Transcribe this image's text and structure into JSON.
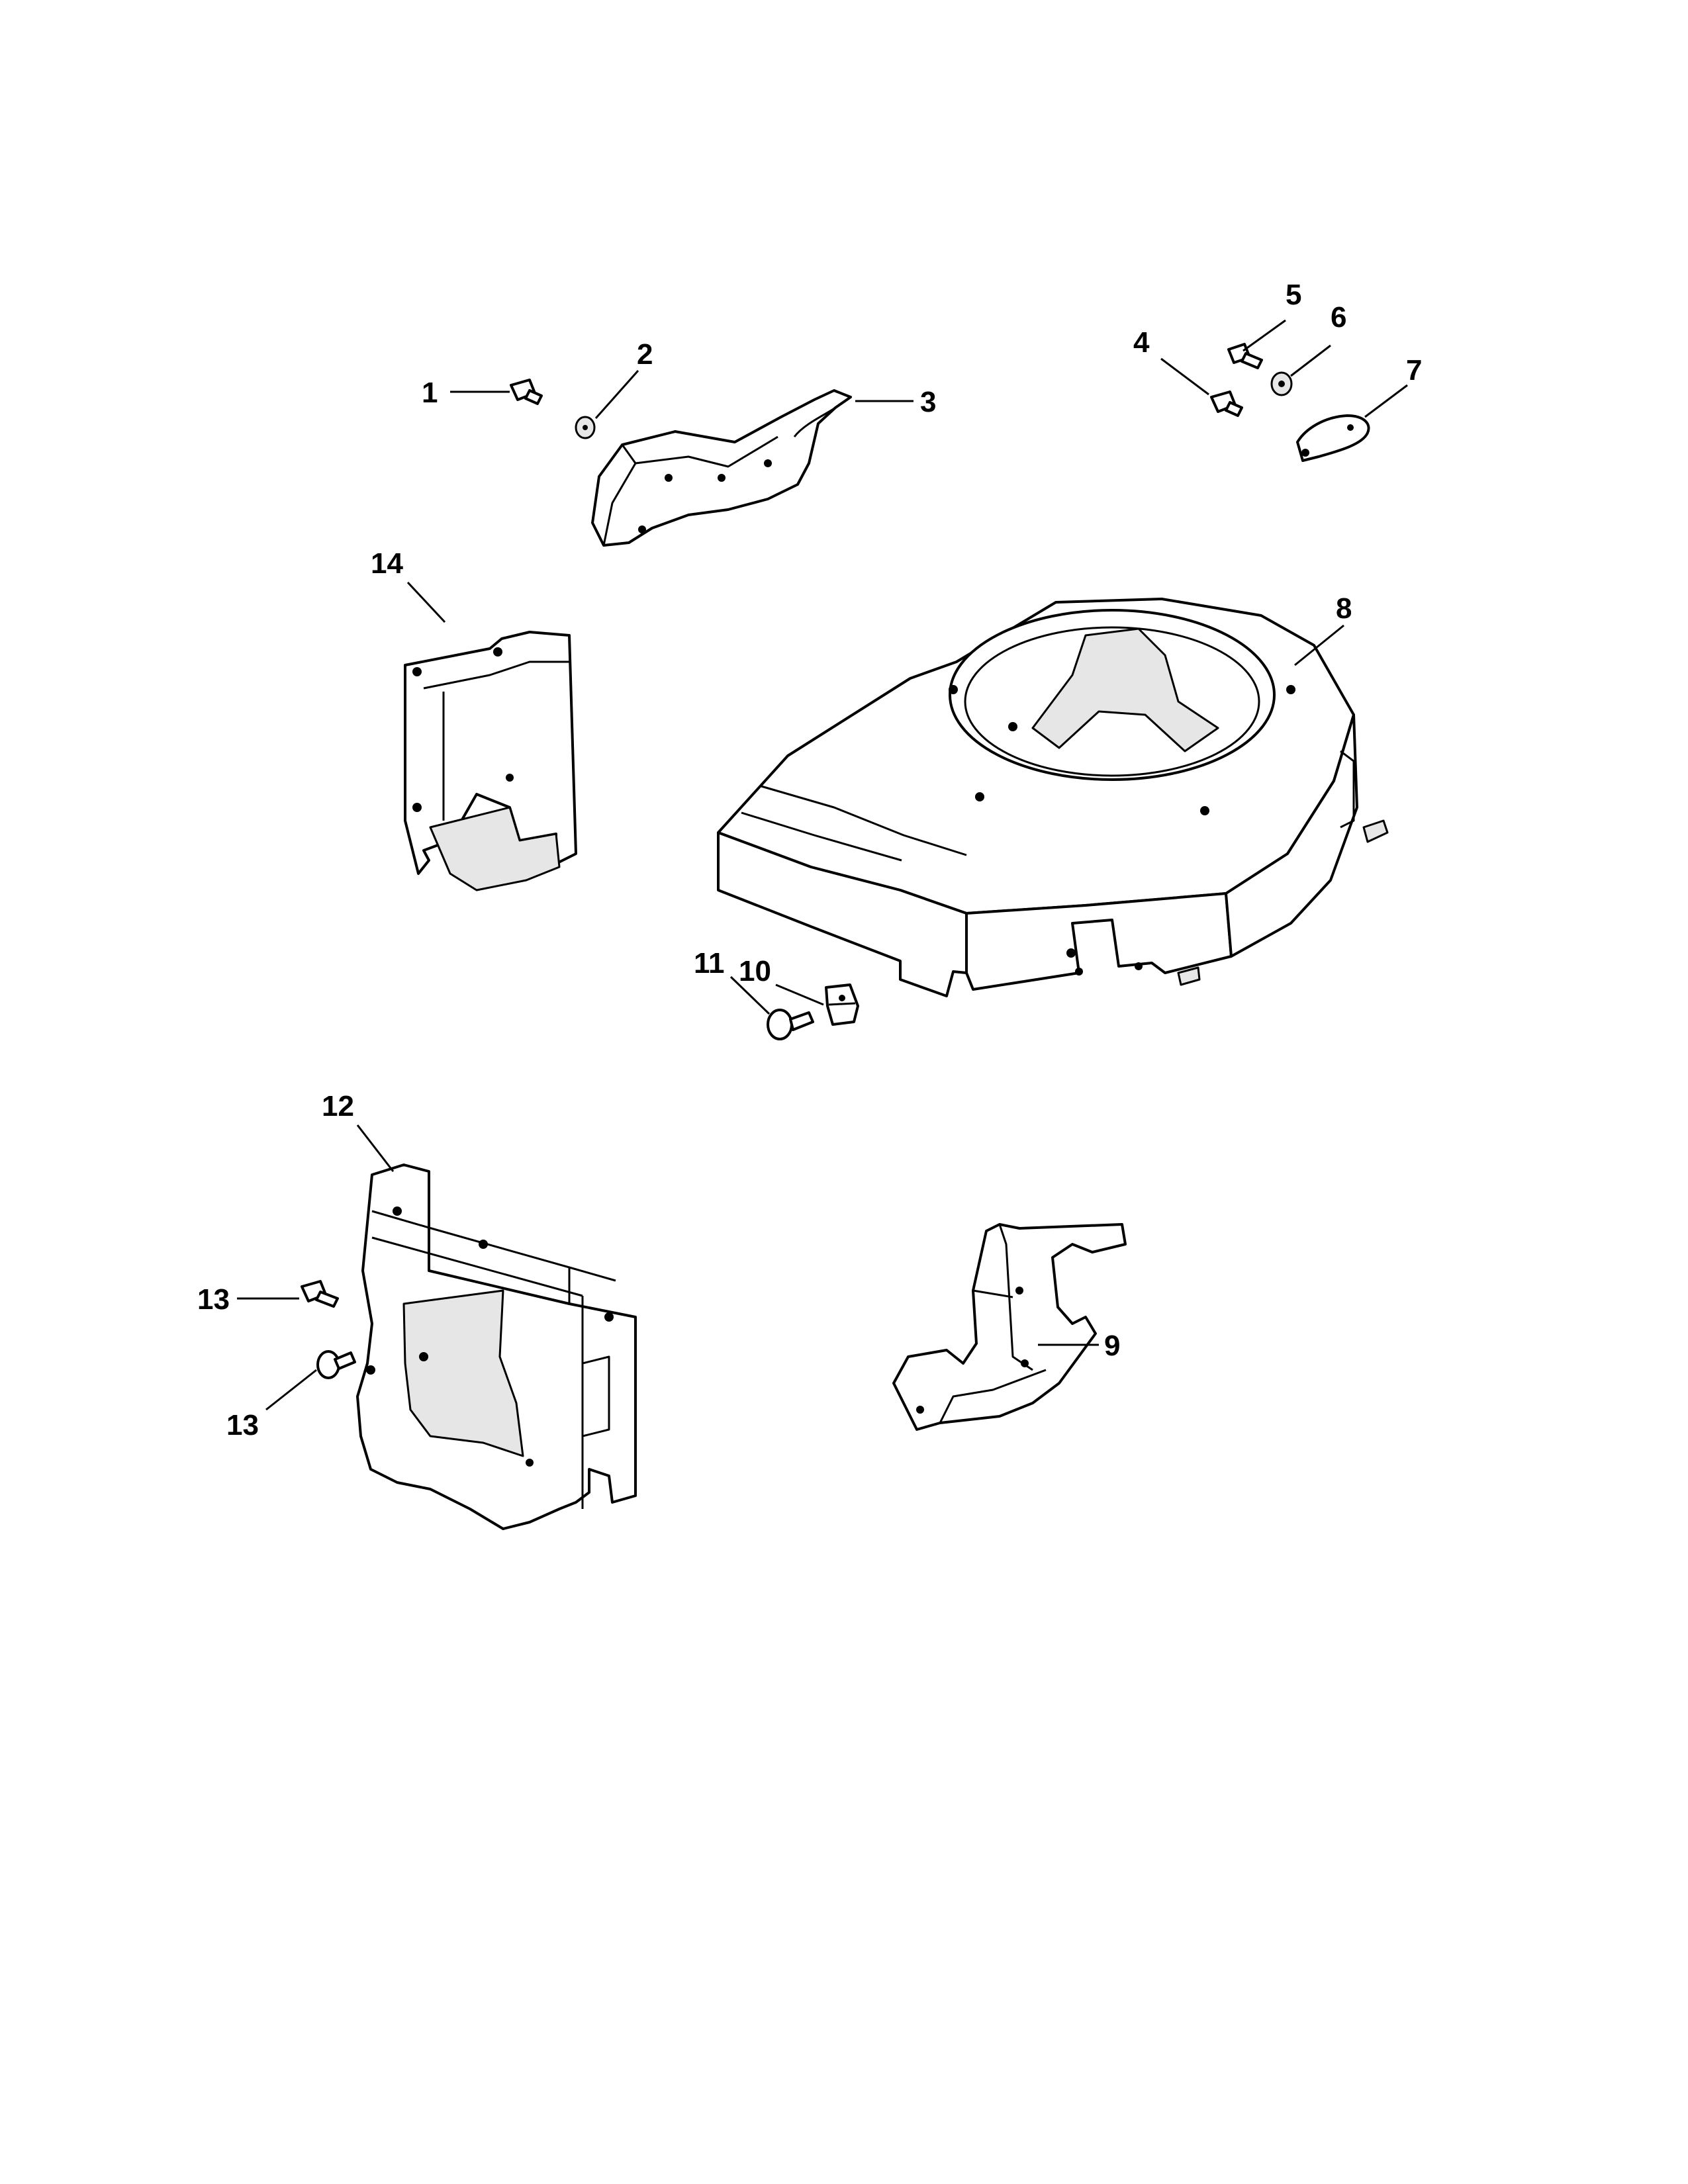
{
  "diagram": {
    "callouts": [
      {
        "id": "1",
        "label": "1"
      },
      {
        "id": "2",
        "label": "2"
      },
      {
        "id": "3",
        "label": "3"
      },
      {
        "id": "4",
        "label": "4"
      },
      {
        "id": "5",
        "label": "5"
      },
      {
        "id": "6",
        "label": "6"
      },
      {
        "id": "7",
        "label": "7"
      },
      {
        "id": "8",
        "label": "8"
      },
      {
        "id": "9",
        "label": "9"
      },
      {
        "id": "10",
        "label": "10"
      },
      {
        "id": "11",
        "label": "11"
      },
      {
        "id": "12",
        "label": "12"
      },
      {
        "id": "13a",
        "label": "13"
      },
      {
        "id": "13b",
        "label": "13"
      },
      {
        "id": "14",
        "label": "14"
      }
    ]
  }
}
